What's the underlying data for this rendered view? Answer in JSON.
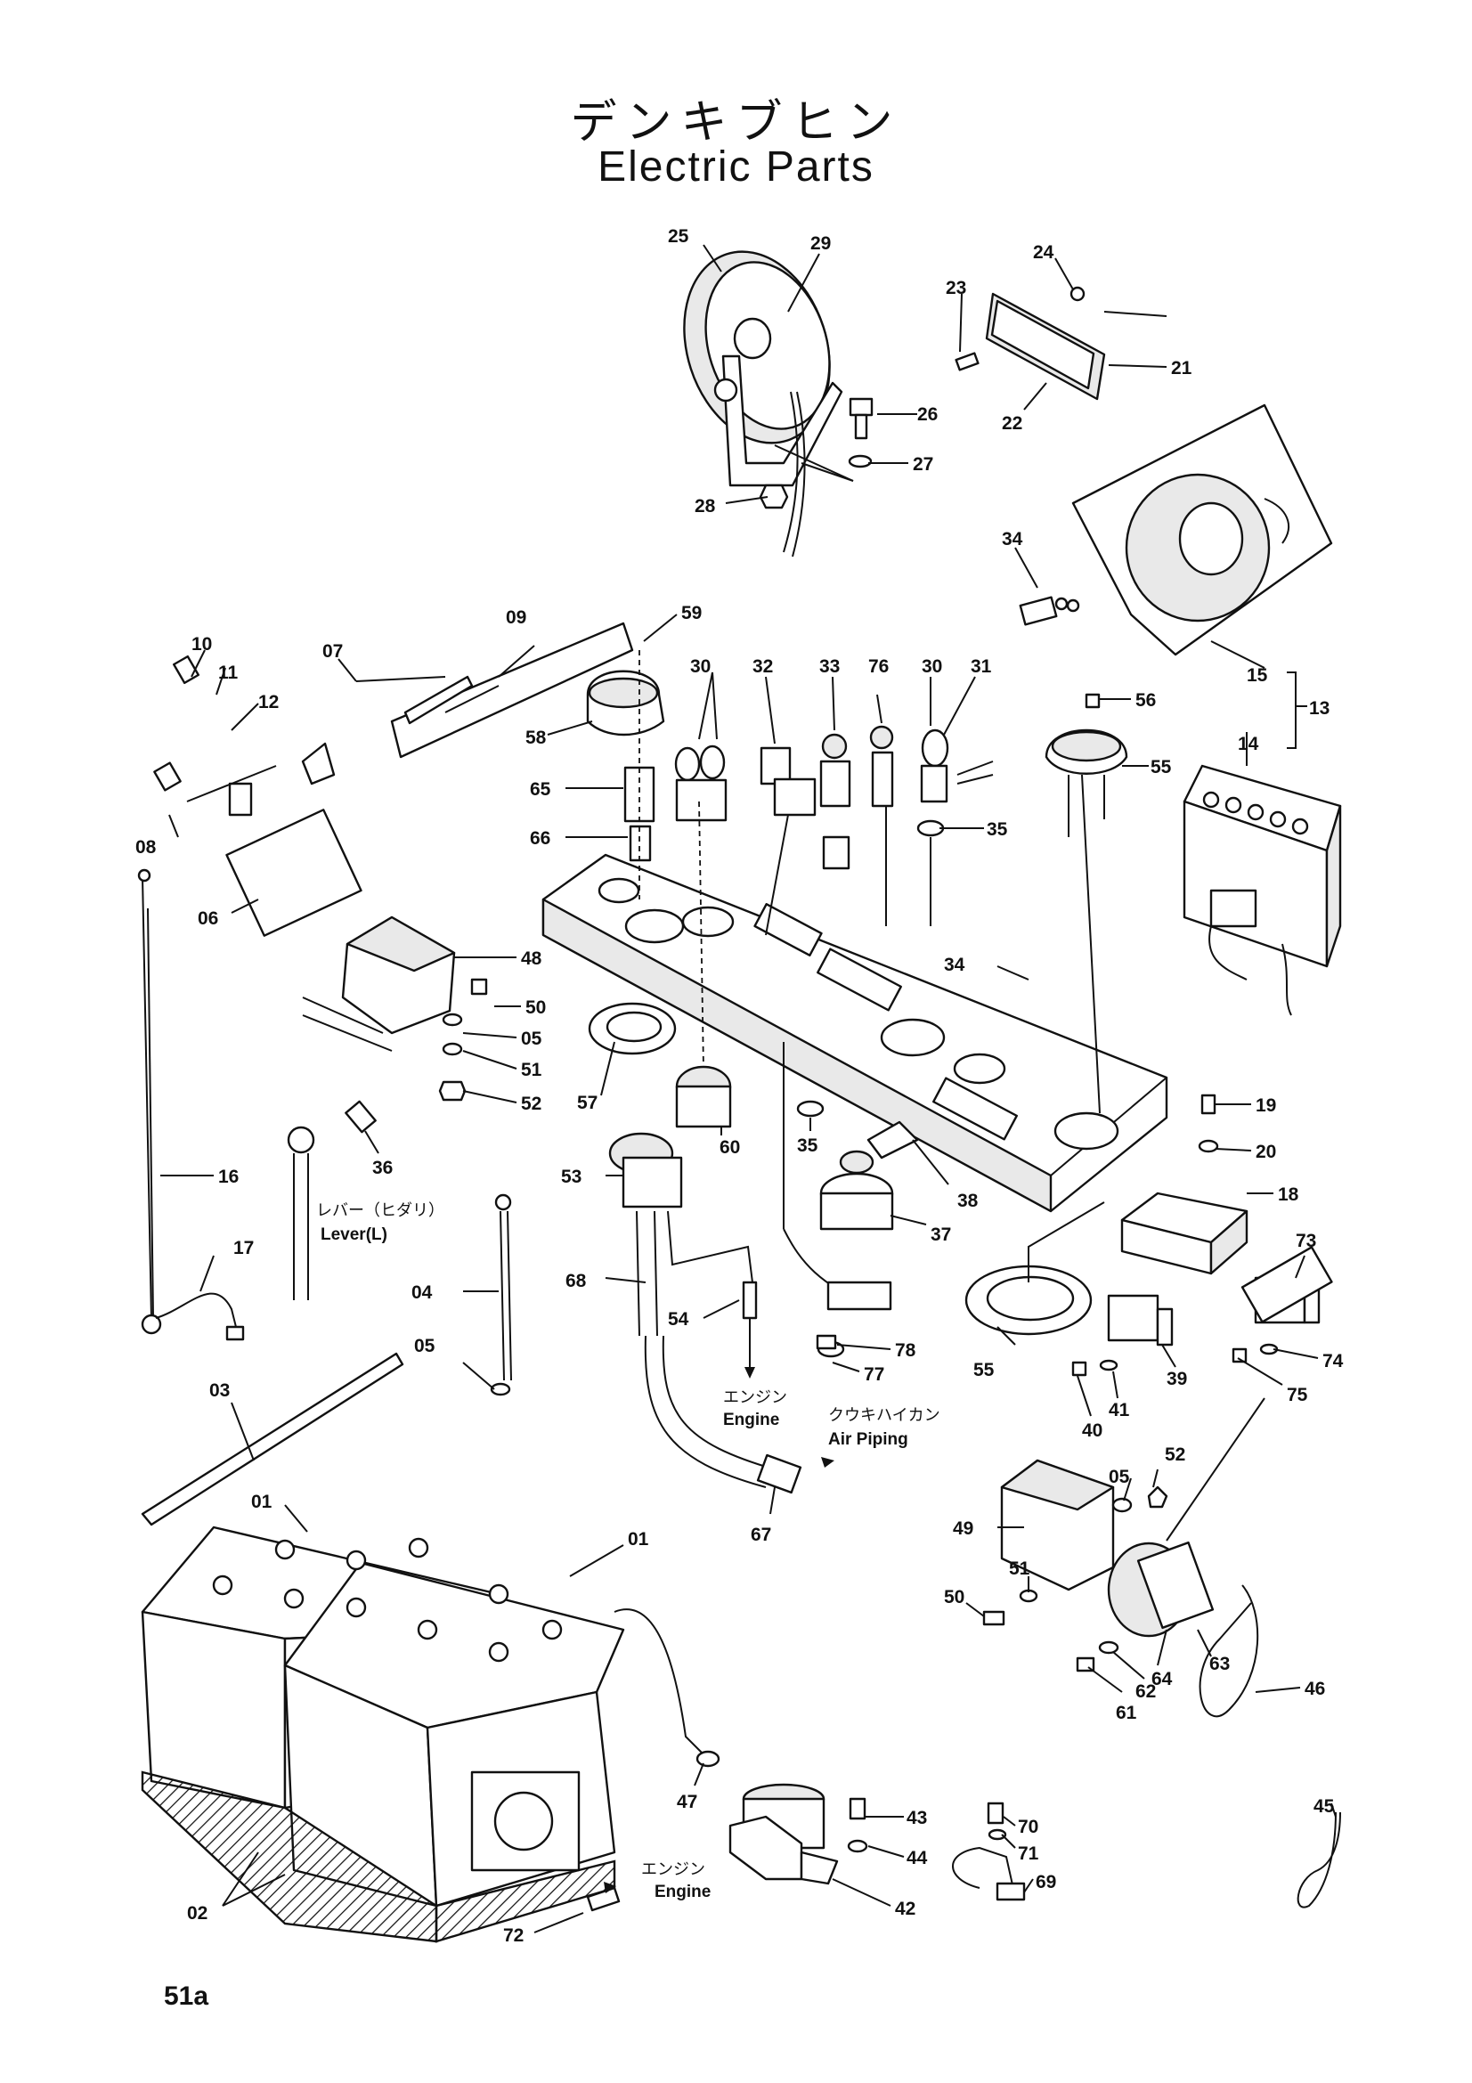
{
  "title_jp": "デンキブヒン",
  "title_en": "Electric Parts",
  "page_number": "51a",
  "notes": {
    "lever_jp": "レバー（ヒダリ）",
    "lever_en": "Lever(L)",
    "engine_jp_1": "エンジン",
    "engine_en_1": "Engine",
    "air_piping_jp": "クウキハイカン",
    "air_piping_en": "Air Piping",
    "engine_jp_2": "エンジン",
    "engine_en_2": "Engine"
  },
  "callouts": {
    "p25": "25",
    "p29": "29",
    "p24": "24",
    "p23": "23",
    "p21": "21",
    "p22": "22",
    "p26": "26",
    "p27": "27",
    "p28": "28",
    "p34a": "34",
    "p15": "15",
    "p13": "13",
    "p14": "14",
    "p09": "09",
    "p59": "59",
    "p10": "10",
    "p11": "11",
    "p07": "07",
    "p12": "12",
    "p30a": "30",
    "p32": "32",
    "p33": "33",
    "p76": "76",
    "p30b": "30",
    "p31": "31",
    "p56": "56",
    "p55a": "55",
    "p58": "58",
    "p65": "65",
    "p66": "66",
    "p35a": "35",
    "p08": "08",
    "p06": "06",
    "p48": "48",
    "p50a": "50",
    "p05a": "05",
    "p51a": "51",
    "p52a": "52",
    "p34b": "34",
    "p57": "57",
    "p60": "60",
    "p35b": "35",
    "p19": "19",
    "p20": "20",
    "p18": "18",
    "p16": "16",
    "p36": "36",
    "p53": "53",
    "p38": "38",
    "p37": "37",
    "p73": "73",
    "p17": "17",
    "p04": "04",
    "p68": "68",
    "p54": "54",
    "p78": "78",
    "p77": "77",
    "p55b": "55",
    "p39": "39",
    "p74": "74",
    "p41": "41",
    "p40": "40",
    "p75": "75",
    "p05b": "05",
    "p03": "03",
    "p52b": "52",
    "p05c": "05",
    "p01a": "01",
    "p49": "49",
    "p67": "67",
    "p01b": "01",
    "p51b": "51",
    "p50b": "50",
    "p63": "63",
    "p64": "64",
    "p62": "62",
    "p61": "61",
    "p46": "46",
    "p47": "47",
    "p43": "43",
    "p44": "44",
    "p70": "70",
    "p71": "71",
    "p45": "45",
    "p69": "69",
    "p42": "42",
    "p02": "02",
    "p72": "72"
  }
}
